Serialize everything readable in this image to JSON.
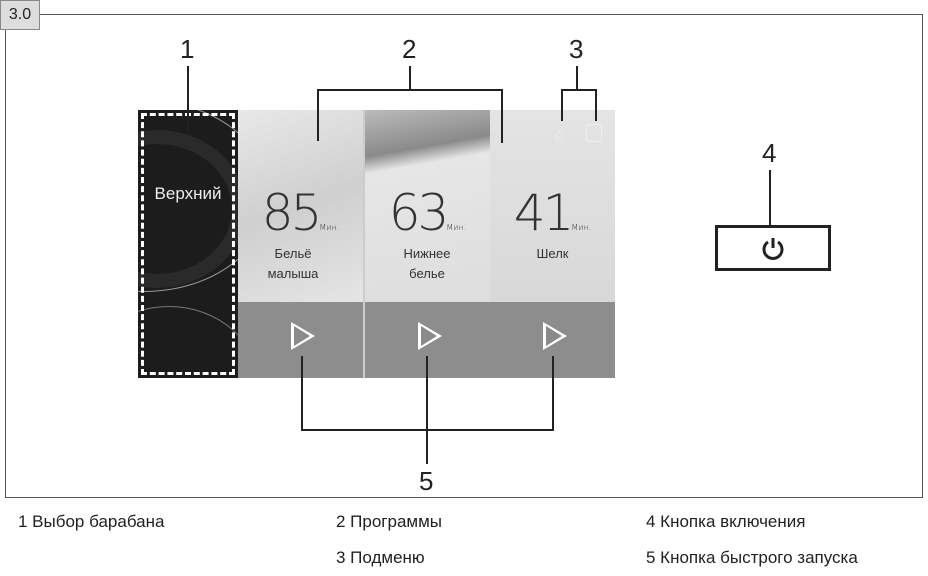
{
  "figure_label": "3.0",
  "drum": {
    "label": "Верхний"
  },
  "programs": [
    {
      "time": "85",
      "unit": "Мин.",
      "name": "Бельё малыша"
    },
    {
      "time": "63",
      "unit": "Мин.",
      "name": "Нижнее белье"
    },
    {
      "time": "41",
      "unit": "Мин.",
      "name": "Шелк"
    }
  ],
  "callouts": [
    "1",
    "2",
    "3",
    "4",
    "5"
  ],
  "legend": {
    "l1": "1   Выбор барабана",
    "l2": "2 Программы",
    "l3": "3 Подменю",
    "l4": "4  Кнопка включения",
    "l5": "5  Кнопка быстрого запуска"
  }
}
